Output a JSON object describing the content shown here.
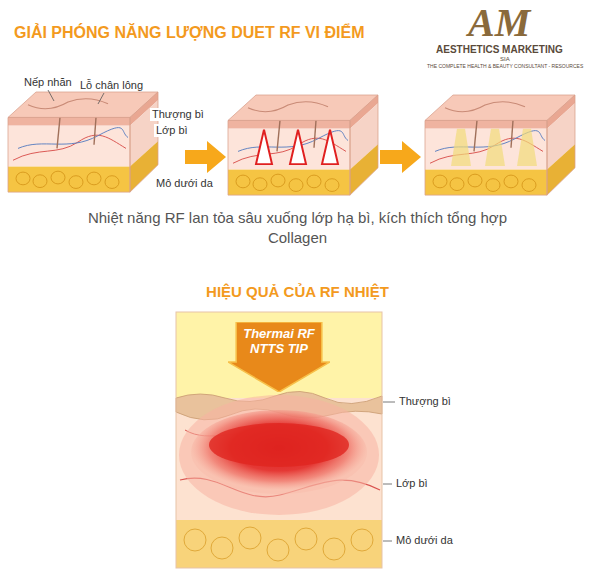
{
  "diagram": {
    "title": "GIẢI PHÓNG NĂNG LƯỢNG DUET RF VI ĐIỂM",
    "caption": "Nhiệt năng RF lan tỏa sâu xuống lớp hạ bì, kích thích tổng hợp Collagen",
    "nodes": [
      {
        "text": [
          "Thermai RF NTTS TIP"
        ]
      }
    ],
    "labels": [
      "AM",
      "AESTHETICS MARKETING",
      "SIA",
      "THE COMPLETE HEALTH & BEAUTY CONSULTANT - RESOURCES",
      "Nếp nhăn",
      "Lỗ chân lông",
      "Thượng bì",
      "Lớp bì",
      "Mô dưới da",
      "HIỆU QUẢ CỦA RF NHIỆT",
      "Thượng bì",
      "Lớp bì",
      "Mô dưới da"
    ]
  }
}
